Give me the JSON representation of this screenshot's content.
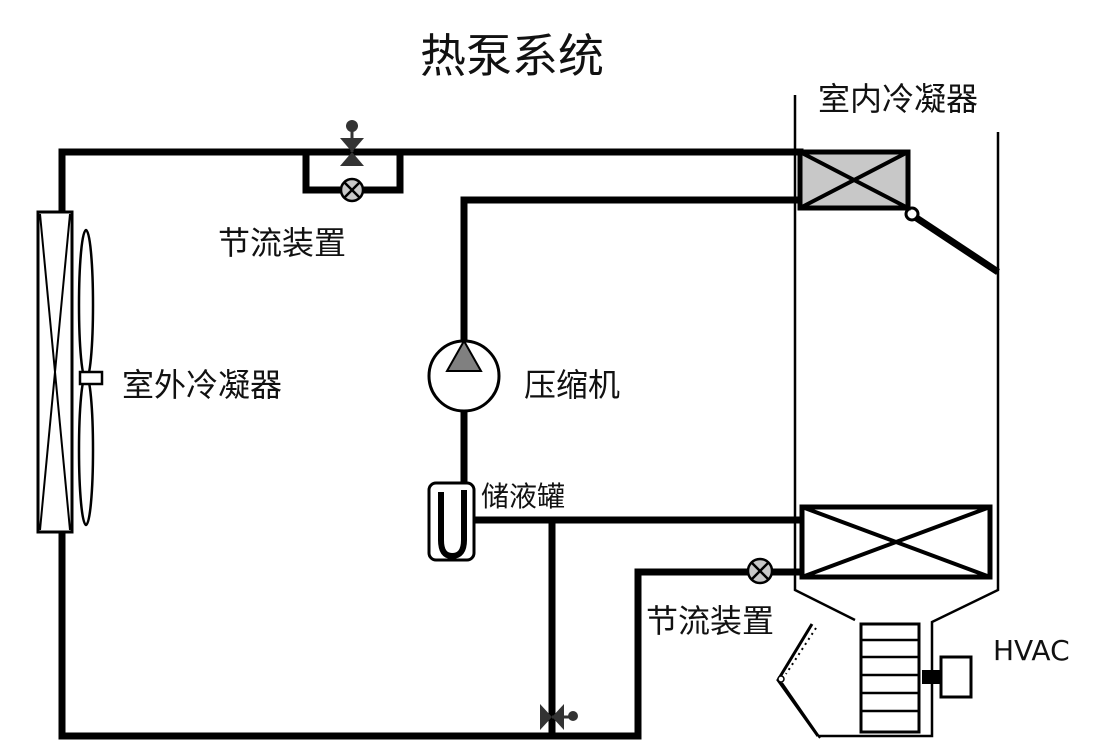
{
  "title": "热泵系统",
  "labels": {
    "indoor_condenser": "室内冷凝器",
    "outdoor_condenser": "室外冷凝器",
    "compressor": "压缩机",
    "accumulator": "储液罐",
    "throttle_top": "节流装置",
    "throttle_bottom": "节流装置",
    "hvac": "HVAC"
  },
  "colors": {
    "line": "#000000",
    "component_fill": "#c8c8c8",
    "background": "#ffffff",
    "valve_fill": "#333333"
  },
  "components": [
    {
      "id": "outdoor-condenser",
      "type": "heat-exchanger-with-fan"
    },
    {
      "id": "indoor-condenser",
      "type": "heat-exchanger-shaded"
    },
    {
      "id": "evaporator",
      "type": "heat-exchanger"
    },
    {
      "id": "compressor",
      "type": "pump"
    },
    {
      "id": "accumulator",
      "type": "u-tube-tank"
    },
    {
      "id": "throttle-top",
      "type": "expansion-valve-with-bypass-shutoff"
    },
    {
      "id": "throttle-bottom",
      "type": "expansion-valve"
    },
    {
      "id": "bottom-shutoff-valve",
      "type": "solenoid-valve"
    },
    {
      "id": "hvac-blower",
      "type": "blower-with-motor"
    },
    {
      "id": "blend-door",
      "type": "damper"
    }
  ]
}
